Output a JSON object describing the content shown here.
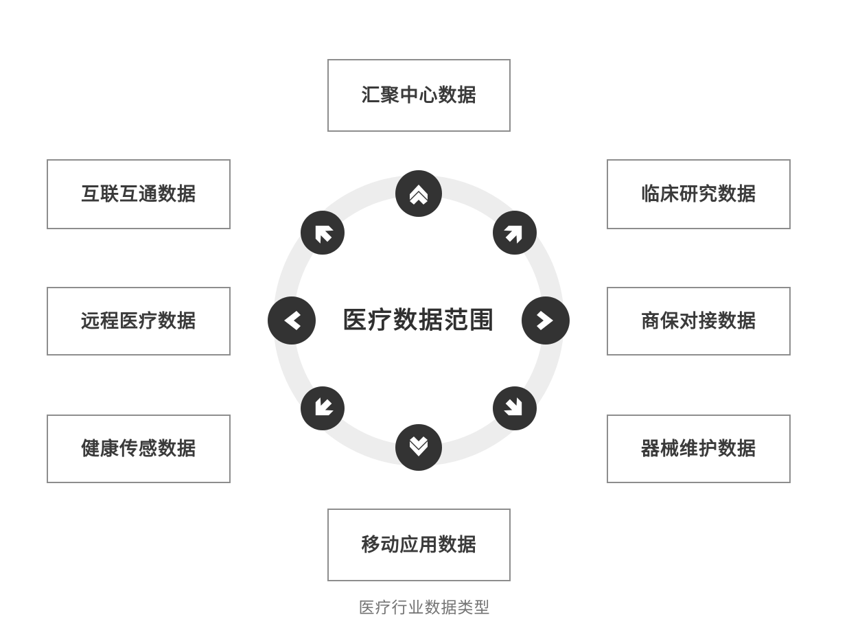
{
  "diagram": {
    "center": {
      "label": "医疗数据范围",
      "ring_color": "#ededed",
      "badge_color": "#333333"
    },
    "caption": "医疗行业数据类型",
    "nodes": {
      "top": {
        "label": "汇聚中心数据",
        "direction": "north",
        "icon": "chevron-up-double-icon"
      },
      "bottom": {
        "label": "移动应用数据",
        "direction": "south",
        "icon": "chevron-down-double-icon"
      },
      "left_1": {
        "label": "互联互通数据",
        "direction": "northwest",
        "icon": "arrow-northwest-icon"
      },
      "left_2": {
        "label": "远程医疗数据",
        "direction": "west",
        "icon": "chevron-left-icon"
      },
      "left_3": {
        "label": "健康传感数据",
        "direction": "southwest",
        "icon": "arrow-southwest-icon"
      },
      "right_1": {
        "label": "临床研究数据",
        "direction": "northeast",
        "icon": "arrow-northeast-icon"
      },
      "right_2": {
        "label": "商保对接数据",
        "direction": "east",
        "icon": "chevron-right-icon"
      },
      "right_3": {
        "label": "器械维护数据",
        "direction": "southeast",
        "icon": "arrow-southeast-icon"
      }
    },
    "colors": {
      "box_border": "#8d8d8d",
      "box_text": "#3a3a3a",
      "caption_text": "#737373",
      "background": "#ffffff"
    }
  }
}
